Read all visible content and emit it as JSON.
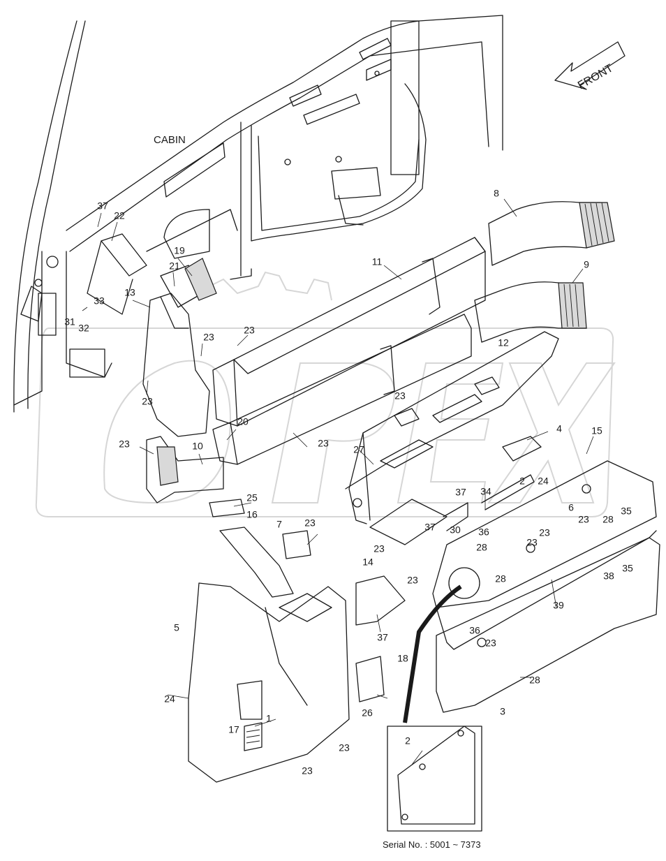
{
  "labels": {
    "cabin": "CABIN",
    "front": "FRONT",
    "serial": "Serial No. : 5001 ~ 7373",
    "inset_part": "2"
  },
  "parts": [
    "37",
    "22",
    "19",
    "21",
    "13",
    "33",
    "31",
    "32",
    "23",
    "23",
    "23",
    "10",
    "20",
    "23",
    "11",
    "8",
    "9",
    "23",
    "12",
    "23",
    "27",
    "4",
    "15",
    "2",
    "24",
    "37",
    "34",
    "37",
    "30",
    "23",
    "14",
    "25",
    "16",
    "7",
    "23",
    "5",
    "24",
    "1",
    "17",
    "23",
    "23",
    "23",
    "37",
    "18",
    "26",
    "6",
    "23",
    "28",
    "35",
    "36",
    "23",
    "28",
    "23",
    "28",
    "39",
    "38",
    "35",
    "36",
    "23",
    "28",
    "3",
    "23"
  ]
}
